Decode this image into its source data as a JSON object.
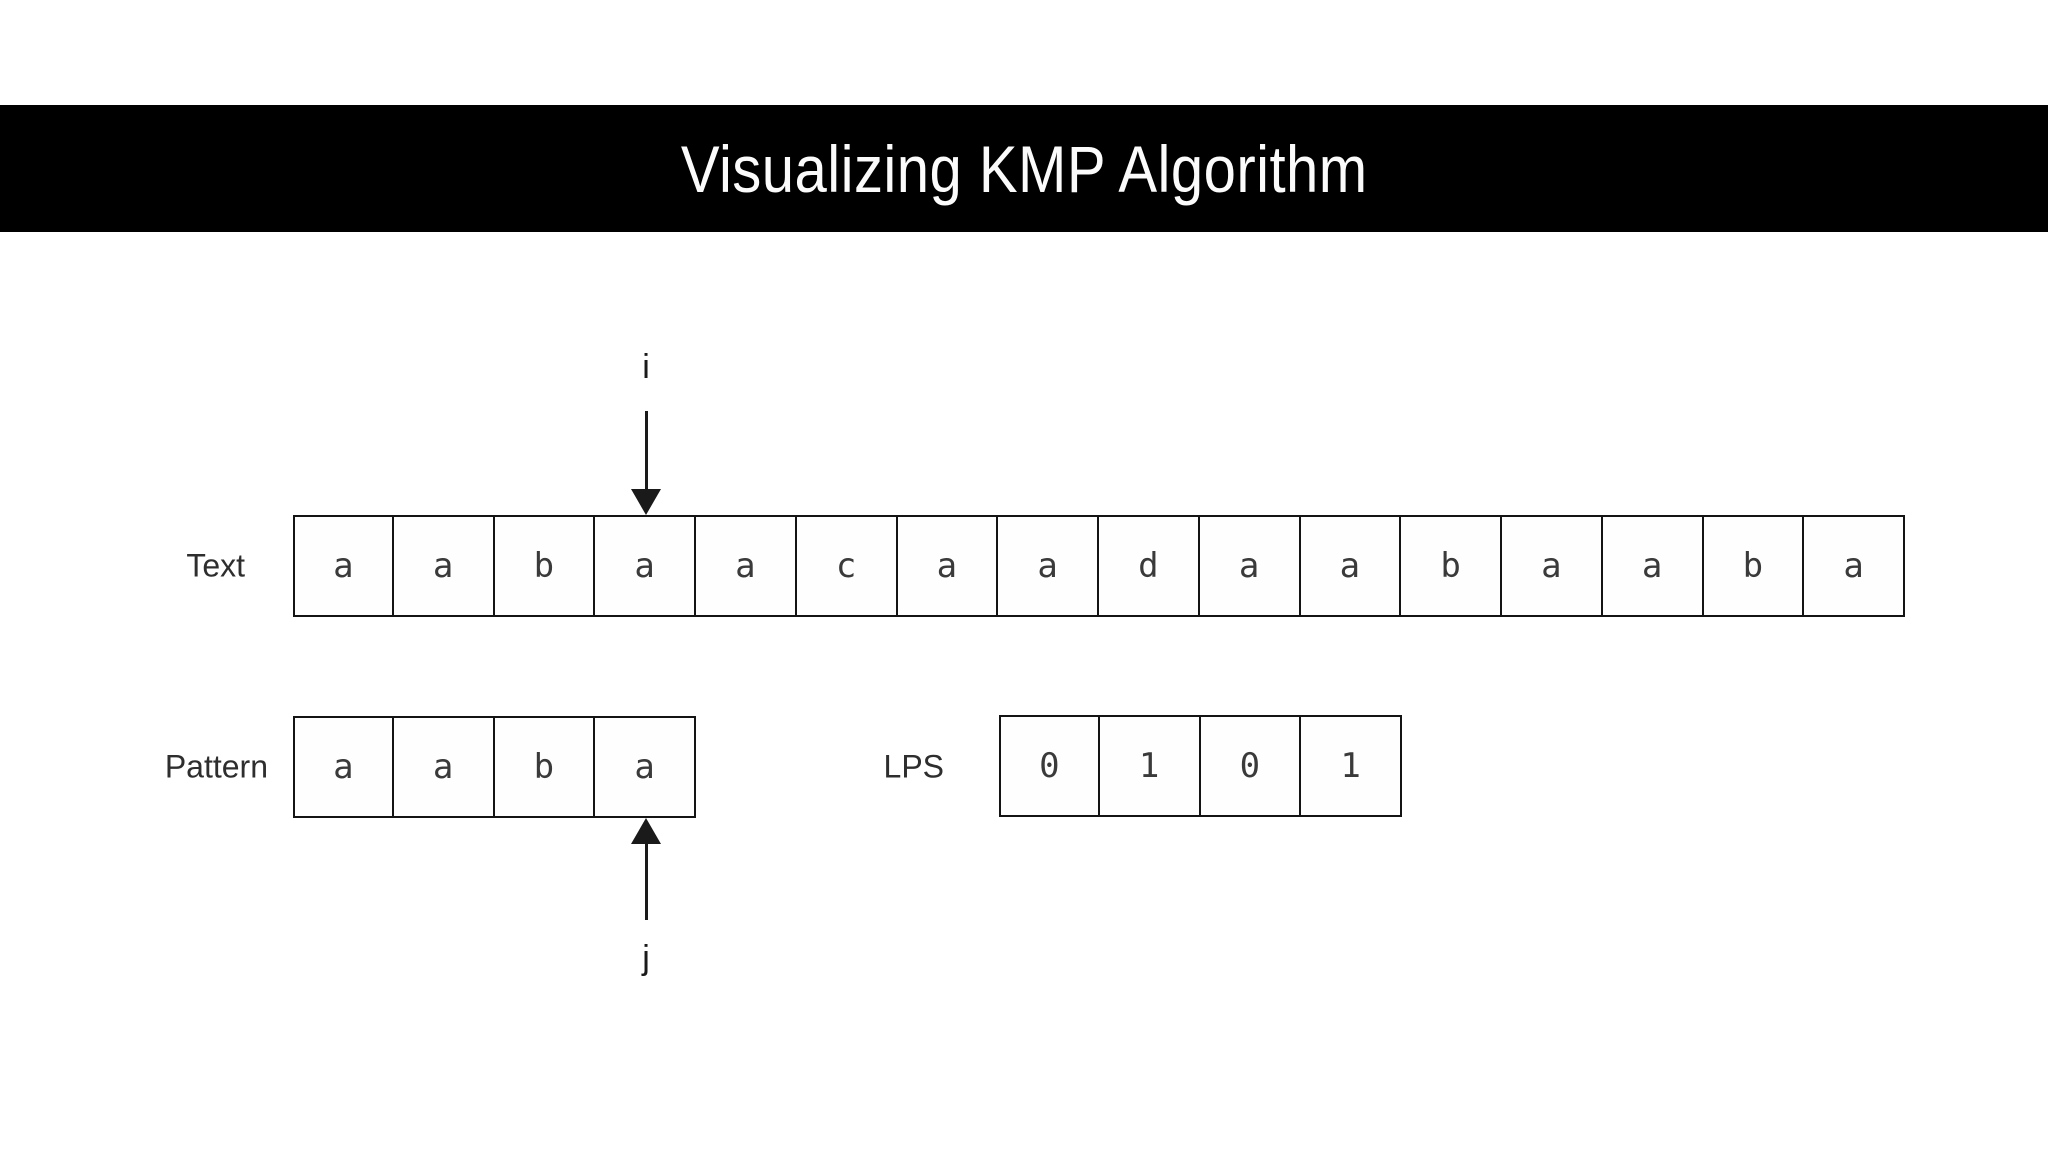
{
  "title": "Visualizing KMP Algorithm",
  "rows": {
    "text": {
      "label": "Text",
      "cells": [
        "a",
        "a",
        "b",
        "a",
        "a",
        "c",
        "a",
        "a",
        "d",
        "a",
        "a",
        "b",
        "a",
        "a",
        "b",
        "a"
      ]
    },
    "pattern": {
      "label": "Pattern",
      "cells": [
        "a",
        "a",
        "b",
        "a"
      ]
    },
    "lps": {
      "label": "LPS",
      "cells": [
        "0",
        "1",
        "0",
        "1"
      ]
    }
  },
  "pointers": {
    "i": {
      "label": "i",
      "row": "text",
      "target_index": 3
    },
    "j": {
      "label": "j",
      "row": "pattern",
      "target_index": 3
    }
  },
  "colors": {
    "page_bg": "#ffffff",
    "header_bg": "#000000",
    "header_text": "#fbfbfb",
    "cell_border": "#141414",
    "cell_bg": "#fefefe",
    "cell_text": "#3a3a3a",
    "label_text": "#2e2e2e",
    "arrow_color": "#1a1a1a"
  }
}
